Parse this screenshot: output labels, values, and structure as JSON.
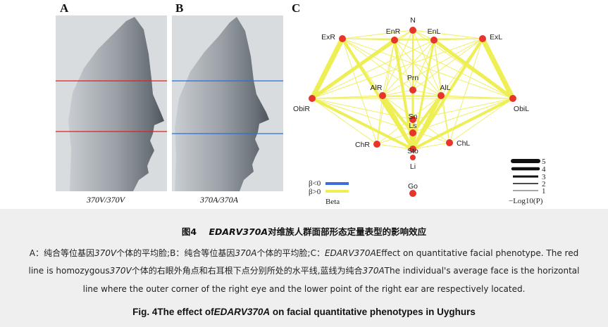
{
  "panels": {
    "a": {
      "letter": "A",
      "caption": "370V/370V"
    },
    "b": {
      "letter": "B",
      "caption": "370A/370A"
    },
    "c": {
      "letter": "C"
    }
  },
  "network": {
    "nodes": [
      "N",
      "EnR",
      "EnL",
      "ExR",
      "ExL",
      "Prn",
      "AlR",
      "AlL",
      "ObiR",
      "ObiL",
      "Sn",
      "Ls",
      "ChR",
      "ChL",
      "Sto",
      "Li",
      "Go"
    ],
    "legend": {
      "beta_neg": "β<0",
      "beta_pos": "β>0",
      "beta_label": "Beta",
      "beta_neg_color": "#3b6fd6",
      "beta_pos_color": "#eeee55",
      "width_levels": [
        "5",
        "4",
        "3",
        "2",
        "1"
      ],
      "width_label": "−Log10(P)"
    },
    "node_color": "#e8352b"
  },
  "caption": {
    "title_cn_prefix": "图4",
    "title_cn_gene": "EDARV370A",
    "title_cn_rest": "对维族人群面部形态定量表型的影响效应",
    "line1_a": "A：纯合等位基因",
    "line1_a_gene": "370V",
    "line1_b": "个体的平均脸;B：纯合等位基因",
    "line1_b_gene": "370A",
    "line1_c": "个体的平均脸;C：",
    "line1_c_gene": "EDARV370A",
    "line1_d": "Effect on quantitative facial phenotype. The red",
    "line2_a": "line is homozygous",
    "line2_gene1": "370V",
    "line2_b": "个体的右眼外角点和右耳根下点分别所处的水平线,蓝线为纯合",
    "line2_gene2": "370A",
    "line2_c": "The individual's average face is the horizontal",
    "line3": "line where the outer corner of the right eye and the lower point of the right ear are respectively located.",
    "title_en_a": "Fig. 4The effect of",
    "title_en_gene": "EDARV370A",
    "title_en_b": " on facial quantitative phenotypes in Uyghurs"
  }
}
